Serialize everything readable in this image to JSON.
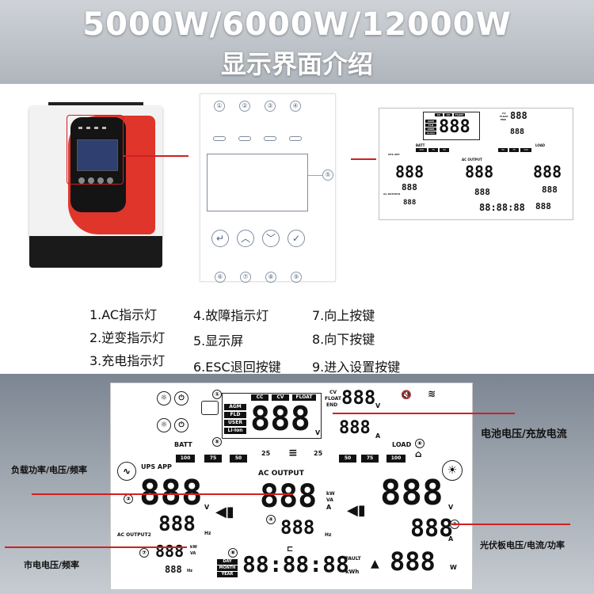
{
  "header": {
    "title": "5000W/6000W/12000W",
    "subtitle": "显示界面介绍"
  },
  "control_panel": {
    "indicator_numbers": [
      "①",
      "②",
      "③",
      "④"
    ],
    "screen_number": "⑤",
    "button_numbers": [
      "⑥",
      "⑦",
      "⑧",
      "⑨"
    ],
    "button_icons": [
      "esc-icon",
      "up-arrow-icon",
      "down-arrow-icon",
      "checkmark-icon"
    ],
    "button_glyphs": [
      "↵",
      "︿",
      "﹀",
      "✓"
    ]
  },
  "legend": {
    "items": [
      "1.AC指示灯",
      "2.逆变指示灯",
      "3.充电指示灯",
      "4.故障指示灯",
      "5.显示屏",
      "6.ESC退回按键",
      "7.向上按键",
      "8.向下按键",
      "9.进入设置按键"
    ]
  },
  "lcd": {
    "battery_types": [
      "AGM",
      "FLD",
      "USER",
      "Li-Ion"
    ],
    "charge_stages": [
      "CC",
      "CV",
      "FLOAT"
    ],
    "float_labels": [
      "CV",
      "FLOAT",
      "END"
    ],
    "batt_label": "BATT",
    "load_label": "LOAD",
    "bar_values": [
      "100",
      "75",
      "50",
      "25"
    ],
    "ups_label": "UPS APP",
    "ac_output_label": "AC OUTPUT",
    "ac_output2_label": "AC OUTPUT2",
    "digits3": "888",
    "digits_long": "88:88:88",
    "unit_v": "V",
    "unit_a": "A",
    "unit_w": "W",
    "unit_hz": "Hz",
    "unit_kw": "kW",
    "unit_va": "VA",
    "unit_kwh": "kWh",
    "fault_label": "FAULT",
    "time_labels": [
      "DAY",
      "MONTH",
      "YEAR"
    ],
    "circle_numbers": [
      "①",
      "②",
      "③",
      "④",
      "⑤",
      "⑥",
      "⑦",
      "⑧"
    ],
    "warning_icon": "warning-icon"
  },
  "annotations": {
    "battery": "电池电压/充放电流",
    "load": "负载功率/电压/频率",
    "grid": "市电电压/频率",
    "pv": "光伏板电压/电流/功率"
  }
}
